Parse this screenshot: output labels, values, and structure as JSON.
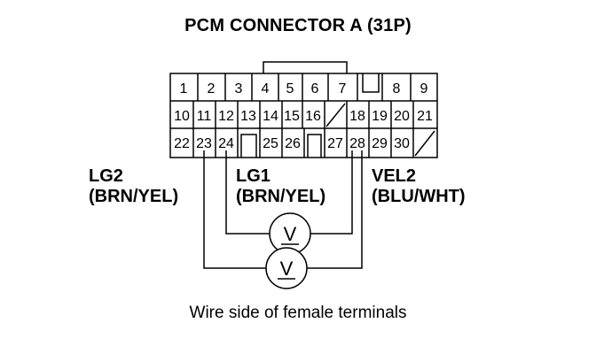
{
  "title": "PCM CONNECTOR A (31P)",
  "caption": "Wire side of female terminals",
  "labels": {
    "lg2": {
      "name": "LG2",
      "color": "(BRN/YEL)"
    },
    "lg1": {
      "name": "LG1",
      "color": "(BRN/YEL)"
    },
    "vel2": {
      "name": "VEL2",
      "color": "(BLU/WHT)"
    }
  },
  "connector": {
    "row1": [
      "1",
      "2",
      "3",
      "4",
      "5",
      "6",
      "7",
      "8",
      "9"
    ],
    "row2": [
      "10",
      "11",
      "12",
      "13",
      "14",
      "15",
      "16",
      "18",
      "19",
      "20",
      "21"
    ],
    "row3": [
      "22",
      "23",
      "24",
      "25",
      "26",
      "27",
      "28",
      "29",
      "30"
    ]
  },
  "meter_symbol": "V"
}
